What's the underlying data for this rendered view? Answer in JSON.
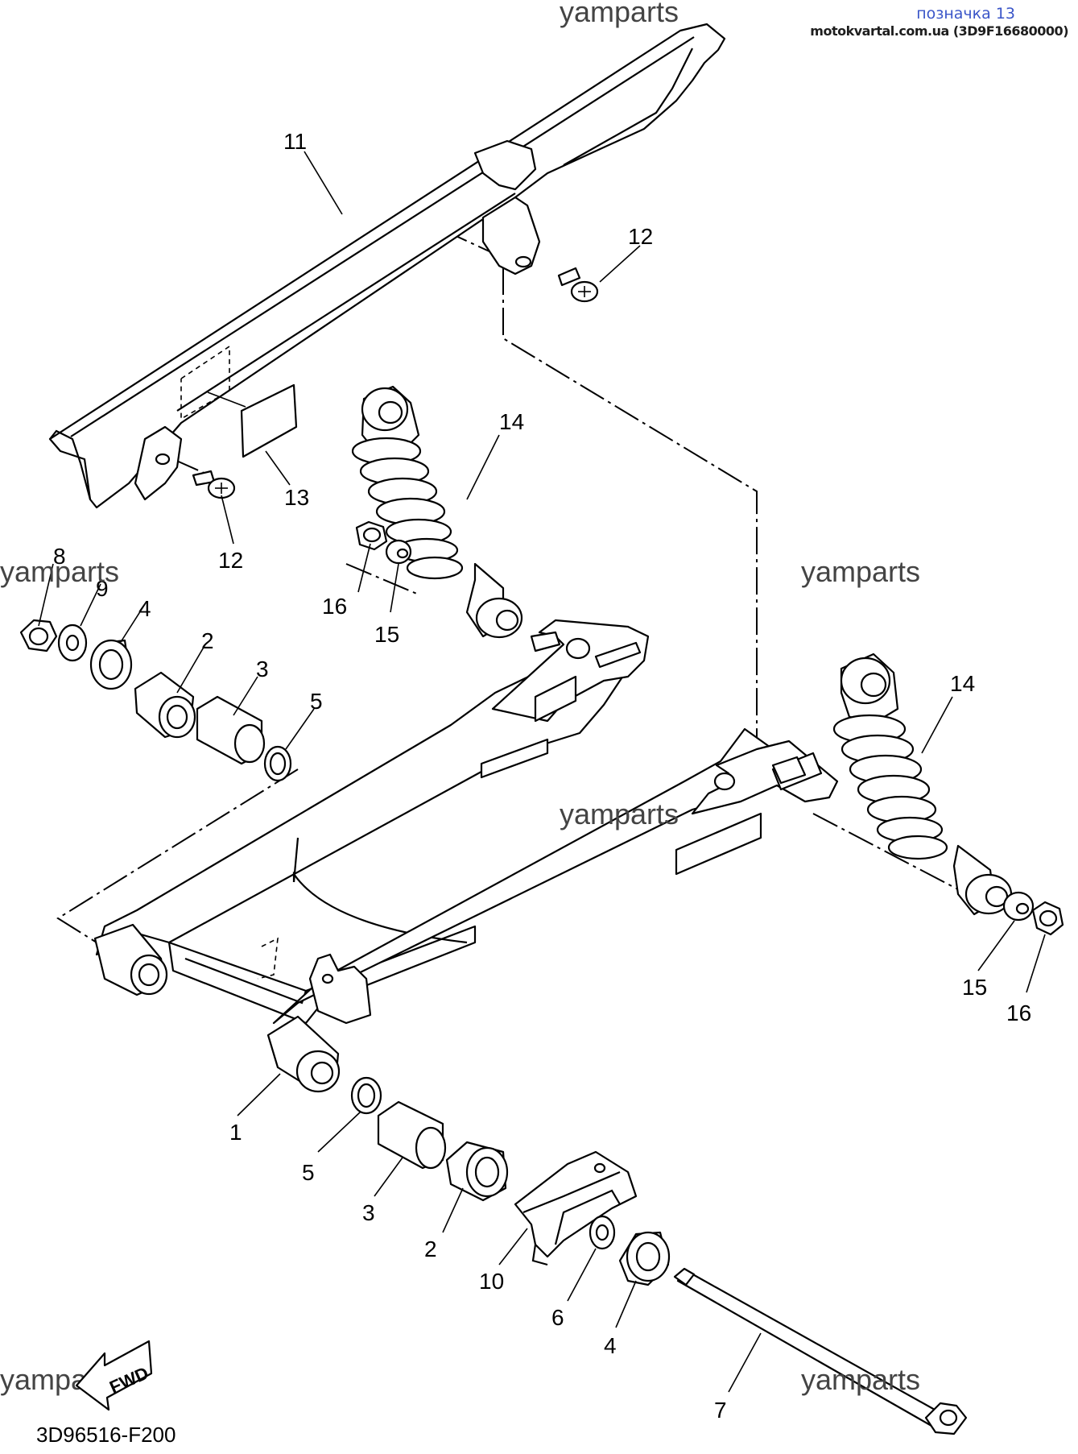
{
  "header": {
    "title": "позначка 13",
    "source": "motokvartal.com.ua (3D9F16680000)"
  },
  "watermark": "yamparts",
  "diagram_code": "3D96516-F200",
  "fwd_label": "FWD",
  "callouts": {
    "c1": "1",
    "c2_left": "2",
    "c2_bottom": "2",
    "c3_left": "3",
    "c3_bottom": "3",
    "c4_left": "4",
    "c4_bottom": "4",
    "c5_left": "5",
    "c5_bottom": "5",
    "c6": "6",
    "c7": "7",
    "c8": "8",
    "c9": "9",
    "c10": "10",
    "c11": "11",
    "c12_top": "12",
    "c12_bottom": "12",
    "c13": "13",
    "c14_left": "14",
    "c14_right": "14",
    "c15_left": "15",
    "c15_right": "15",
    "c16_left": "16",
    "c16_right": "16"
  }
}
